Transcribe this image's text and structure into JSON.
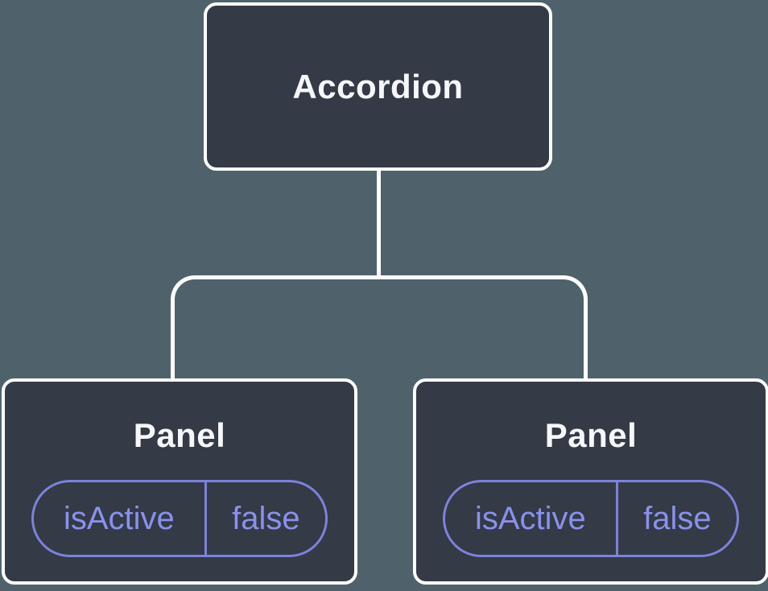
{
  "diagram": {
    "type": "component-tree",
    "root": {
      "label": "Accordion"
    },
    "children": [
      {
        "label": "Panel",
        "state": {
          "name": "isActive",
          "value": "false"
        }
      },
      {
        "label": "Panel",
        "state": {
          "name": "isActive",
          "value": "false"
        }
      }
    ],
    "colors": {
      "background": "#4F626C",
      "node_fill": "#343A46",
      "node_border": "#FFFFFF",
      "connector": "#FFFFFF",
      "state_border": "#7C83DB",
      "state_text": "#8A91EC"
    }
  }
}
